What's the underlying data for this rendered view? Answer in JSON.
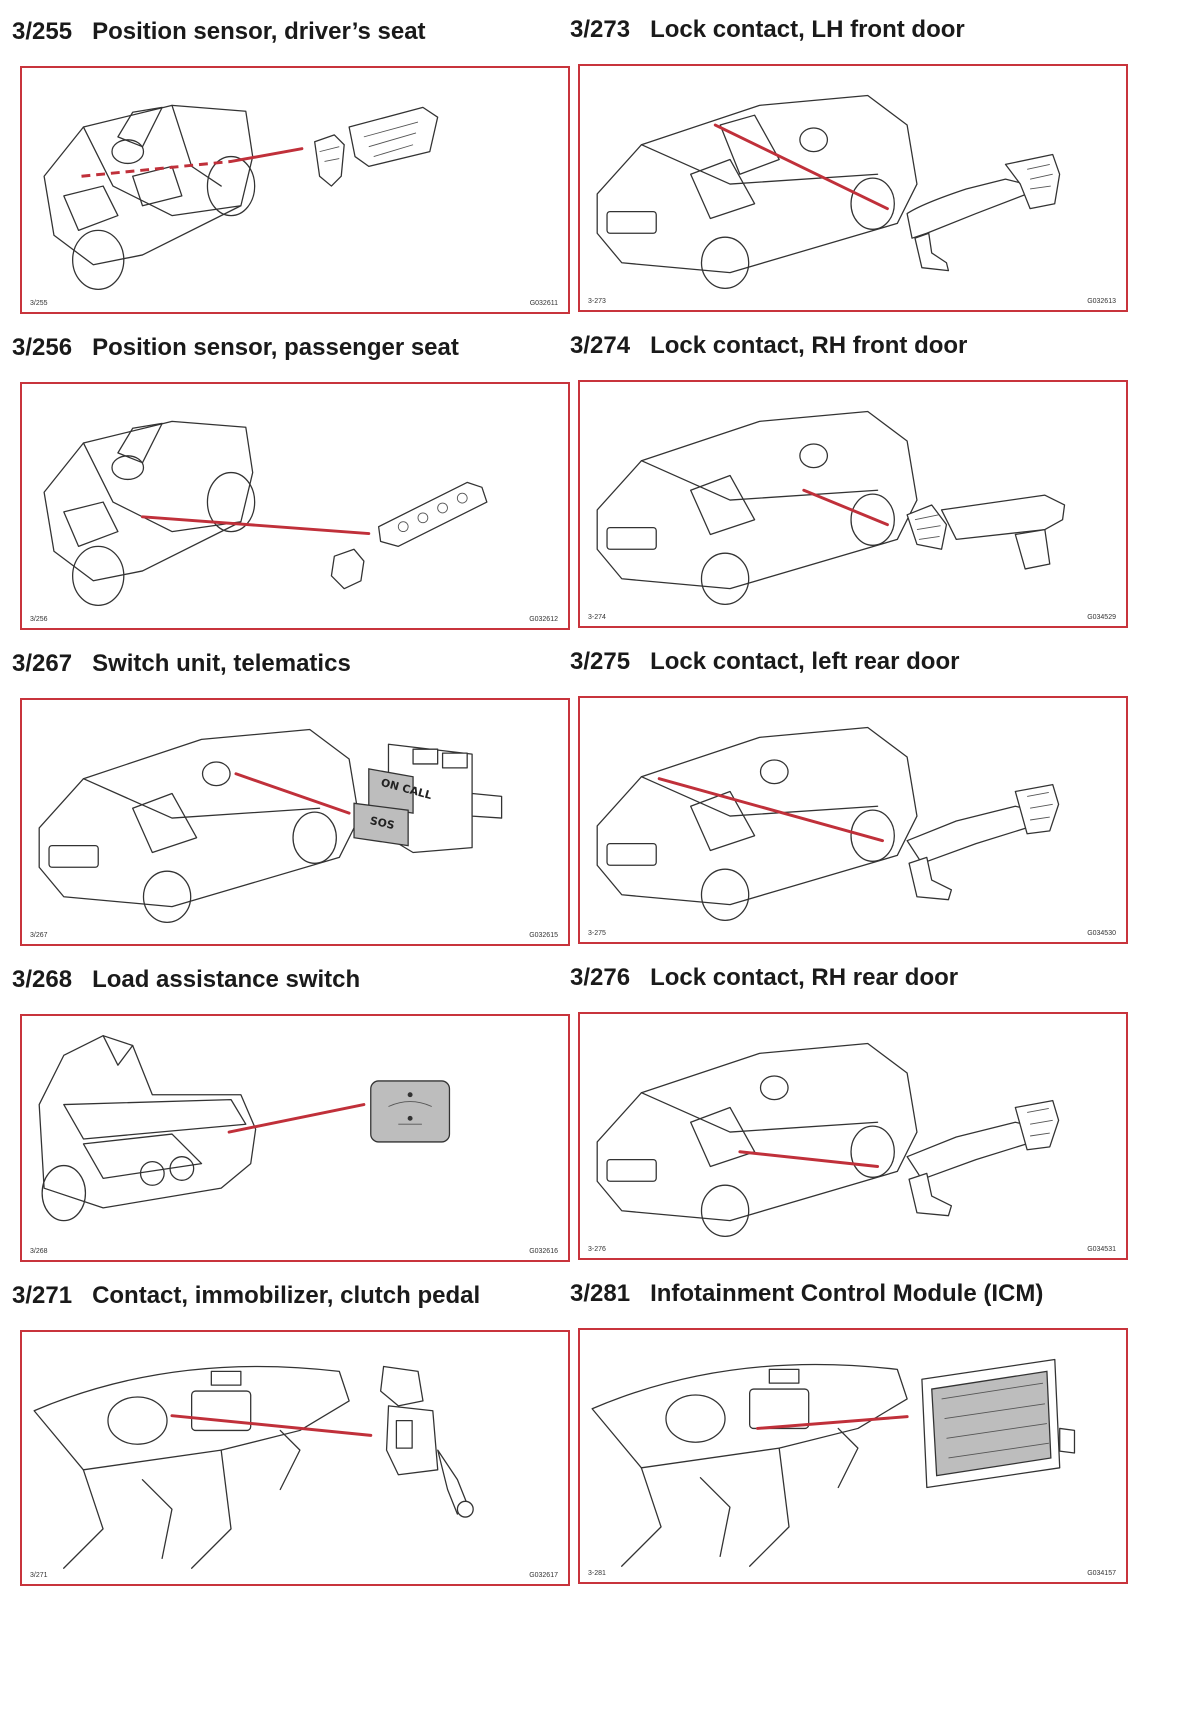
{
  "panels": [
    {
      "code": "3/255",
      "title": "Position sensor, driver’s seat",
      "ref_left": "3/255",
      "ref_right": "G032611"
    },
    {
      "code": "3/273",
      "title": "Lock contact, LH front door",
      "ref_left": "3-273",
      "ref_right": "G032613"
    },
    {
      "code": "3/256",
      "title": "Position sensor, passenger seat",
      "ref_left": "3/256",
      "ref_right": "G032612"
    },
    {
      "code": "3/274",
      "title": "Lock contact, RH front door",
      "ref_left": "3-274",
      "ref_right": "G034529"
    },
    {
      "code": "3/267",
      "title": "Switch unit, telematics",
      "ref_left": "3/267",
      "ref_right": "G032615"
    },
    {
      "code": "3/275",
      "title": "Lock contact, left rear door",
      "ref_left": "3-275",
      "ref_right": "G034530"
    },
    {
      "code": "3/268",
      "title": "Load assistance switch",
      "ref_left": "3/268",
      "ref_right": "G032616"
    },
    {
      "code": "3/276",
      "title": "Lock contact, RH rear door",
      "ref_left": "3-276",
      "ref_right": "G034531"
    },
    {
      "code": "3/271",
      "title": "Contact, immobilizer, clutch pedal",
      "ref_left": "3/271",
      "ref_right": "G032617"
    },
    {
      "code": "3/281",
      "title": "Infotainment Control Module (ICM)",
      "ref_left": "3-281",
      "ref_right": "G034157"
    }
  ],
  "switch_labels": {
    "on_call": "ON CALL",
    "sos": "SOS"
  },
  "colors": {
    "frame": "#c8343c",
    "leader_line": "#c0303a",
    "ink": "#333333"
  }
}
